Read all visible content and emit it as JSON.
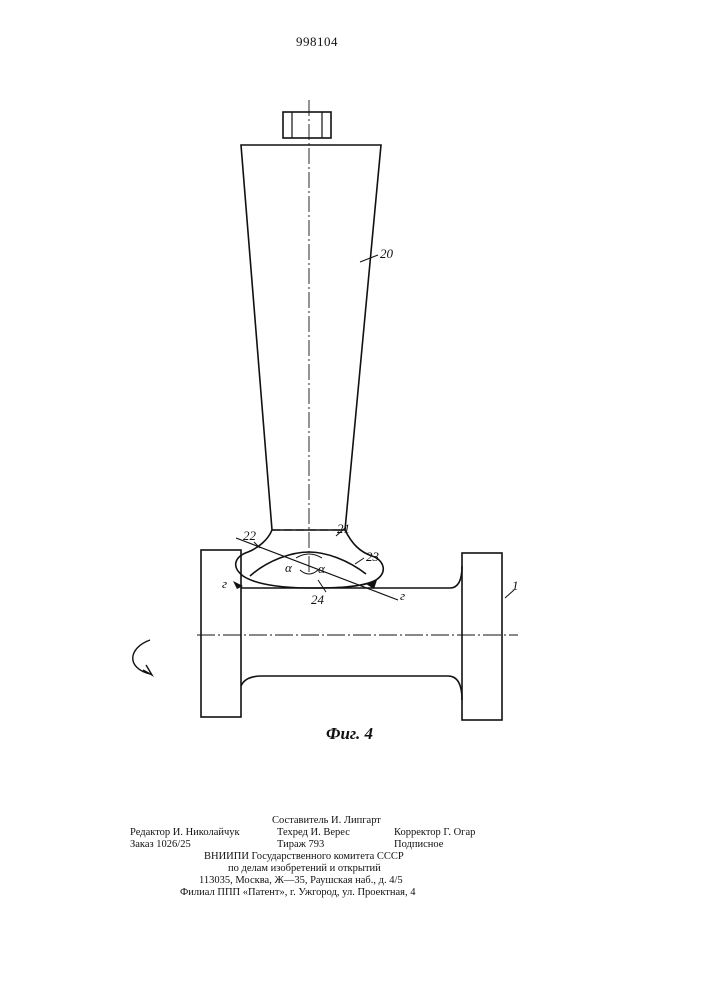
{
  "header": {
    "patent_number": "998104"
  },
  "figure": {
    "caption": "Фиг. 4",
    "labels": {
      "tool": "20",
      "part_21": "21",
      "part_22": "22",
      "part_23": "23",
      "part_24": "24",
      "roll": "1",
      "section_left": "г",
      "section_right": "г",
      "angle_left": "α",
      "angle_right": "α"
    }
  },
  "imprint": {
    "compiler": "Составитель И. Липгарт",
    "editor": "Редактор И. Николайчук",
    "tech_editor": "Техред И. Верес",
    "corrector": "Корректор Г. Огар",
    "order": "Заказ 1026/25",
    "circulation": "Тираж 793",
    "subscription": "Подписное",
    "org_line1": "ВНИИПИ Государственного комитета СССР",
    "org_line2": "по делам изобретений и открытий",
    "address": "113035, Москва, Ж—35, Раушская наб., д. 4/5",
    "branch": "Филиал ППП «Патент», г. Ужгород, ул. Проектная, 4"
  }
}
